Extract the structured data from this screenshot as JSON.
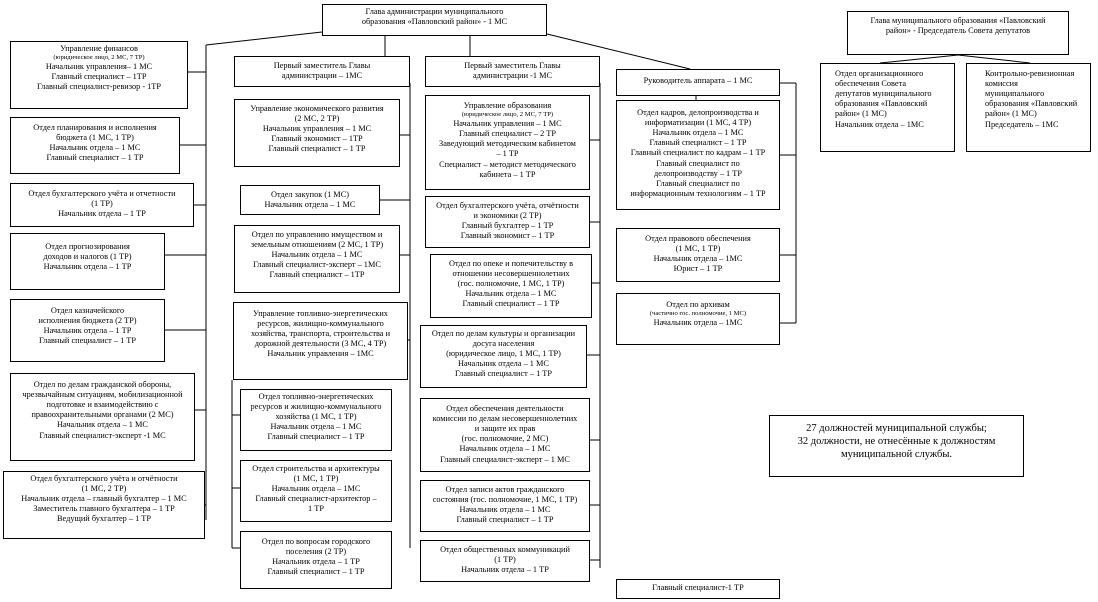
{
  "boxes": {
    "head": [
      "Глава администрации муниципального",
      "образования «Павловский район» - 1 МС"
    ],
    "mayor": [
      "Глава муниципального образования «Павловский",
      "район» - Председатель Совета депутатов"
    ],
    "council_dept": [
      "Отдел организационного",
      "обеспечения Совета",
      "депутатов муниципального",
      "образования «Павловский",
      "район» (1 МС)",
      "Начальник отдела – 1МС"
    ],
    "audit": [
      "Контрольно-ревизионная",
      "комиссия",
      "муниципального",
      "образования «Павловский",
      "район» (1 МС)",
      "Председатель – 1МС"
    ],
    "finance": [
      "Управление финансов",
      "(юридическое лицо, 2 МС, 7 ТР)",
      "Начальник управления– 1 МС",
      "Главный специалист – 1ТР",
      "Главный специалист-ревизор - 1ТР"
    ],
    "budget_plan": [
      "Отдел планирования и исполнения",
      "бюджета (1 МС, 1 ТР)",
      "Начальник отдела – 1 МС",
      "Главный специалист – 1 ТР"
    ],
    "accounting1": [
      "Отдел бухгалтерского учёта и отчетности",
      "(1 ТР)",
      "Начальник отдела – 1 ТР"
    ],
    "forecast": [
      "Отдел прогнозирования",
      "доходов и налогов (1 ТР)",
      "Начальник отдела – 1 ТР"
    ],
    "treasury": [
      "Отдел казначейского",
      "исполнения бюджета (2 ТР)",
      "Начальник отдела – 1 ТР",
      "Главный специалист – 1 ТР"
    ],
    "civil_defense": [
      "Отдел по делам гражданской обороны,",
      "чрезвычайным ситуациям, мобилизационной",
      "подготовке и взаимодействию с",
      "правоохранительными органами (2 МС)",
      "Начальник отдела – 1 МС",
      "Главный специалист-эксперт -1 МС"
    ],
    "accounting2": [
      "Отдел бухгалтерского учёта и отчётности",
      "(1 МС, 2 ТР)",
      "Начальник отдела – главный бухгалтер – 1 МС",
      "Заместитель главного бухгалтера – 1 ТР",
      "Ведущий бухгалтер – 1 ТР"
    ],
    "deputy1": [
      "Первый заместитель Главы",
      "администрации – 1МС"
    ],
    "econ_dev": [
      "Управление экономического развития",
      "(2 МС, 2 ТР)",
      "Начальник управления – 1 МС",
      "Главный экономист – 1ТР",
      "Главный специалист – 1 ТР"
    ],
    "procurement": [
      "Отдел закупок (1 МС)",
      "Начальник отдела – 1 МС"
    ],
    "property": [
      "Отдел по управлению имуществом и",
      "земельным отношениям (2 МС, 1 ТР)",
      "Начальник отдела – 1 МС",
      "Главный специалист-эксперт – 1МС",
      "Главный специалист – 1ТР"
    ],
    "fuel_energy": [
      "Управление топливно-энергетических",
      "ресурсов, жилищно-коммунального",
      "хозяйства, транспорта, строительства и",
      "дорожной деятельности (3 МС, 4 ТР)",
      "Начальник управления – 1МС"
    ],
    "housing": [
      "Отдел топливно-энергетических",
      "ресурсов и жилищно-коммунального",
      "хозяйства (1 МС, 1 ТР)",
      "Начальник отдела – 1 МС",
      "Главный специалист – 1 ТР"
    ],
    "construction": [
      "Отдел строительства и архитектуры",
      "(1 МС, 1 ТР)",
      "Начальник отдела – 1МС",
      "Главный специалист-архитектор –",
      "1 ТР"
    ],
    "urban": [
      "Отдел по вопросам городского",
      "поселения (2 ТР)",
      "Начальник отдела – 1 ТР",
      "Главный специалист – 1 ТР"
    ],
    "deputy2": [
      "Первый заместитель Главы",
      "администрации -1 МС"
    ],
    "education": [
      "Управление образования",
      "(юридическое лицо, 2 МС, 7 ТР)",
      "Начальник управления – 1 МС",
      "Главный специалист – 2 ТР",
      "Заведующий методическим кабинетом",
      "– 1 ТР",
      "Специалист – методист методического",
      "кабинета – 1 ТР"
    ],
    "accounting3": [
      "Отдел бухгалтерского учёта, отчётности",
      "и экономики (2 ТР)",
      "Главный бухгалтер – 1 ТР",
      "Главный экономист – 1 ТР"
    ],
    "guardianship": [
      "Отдел по опеке и попечительству в",
      "отношении несовершеннолетних",
      "(гос. полномочие, 1 МС, 1 ТР)",
      "Начальник отдела – 1 МС",
      "Главный специалист – 1 ТР"
    ],
    "culture": [
      "Отдел по делам культуры и организации",
      "досуга населения",
      "(юридическое лицо, 1 МС, 1 ТР)",
      "Начальник отдела – 1 МС",
      "Главный специалист – 1 ТР"
    ],
    "minors": [
      "Отдел обеспечения деятельности",
      "комиссии по делам несовершеннолетних",
      "и защите их прав",
      "(гос. полномочие, 2 МС)",
      "Начальник отдела – 1 МС",
      "Главный специалист-эксперт – 1 МС"
    ],
    "registry": [
      "Отдел записи актов гражданского",
      "состояния (гос. полномочие, 1 МС, 1 ТР)",
      "Начальник отдела – 1 МС",
      "Главный специалист – 1 ТР"
    ],
    "public_comm": [
      "Отдел общественных коммуникаций",
      "(1 ТР)",
      "Начальник отдела – 1 ТР"
    ],
    "staff_head": [
      "Руководитель аппарата – 1 МС"
    ],
    "hr": [
      "Отдел кадров, делопроизводства и",
      "информатизации (1 МС, 4 ТР)",
      "Начальник отдела – 1 МС",
      "Главный специалист – 1 ТР",
      "Главный специалист по кадрам – 1 ТР",
      "Главный специалист по",
      "делопроизводству – 1 ТР",
      "Главный специалист по",
      "информационным технологиям – 1 ТР"
    ],
    "legal": [
      "Отдел правового обеспечения",
      "(1 МС, 1 ТР)",
      "Начальник отдела – 1МС",
      "Юрист – 1 ТР"
    ],
    "archive": [
      "Отдел по архивам",
      "(частично гос. полномочие, 1 МС)",
      "Начальник отдела – 1МС"
    ],
    "chief_spec": [
      "Главный специалист-1 ТР"
    ]
  },
  "summary": [
    "27 должностей муниципальной службы;",
    "32 должности, не отнесённые к должностям",
    "муниципальной службы."
  ]
}
